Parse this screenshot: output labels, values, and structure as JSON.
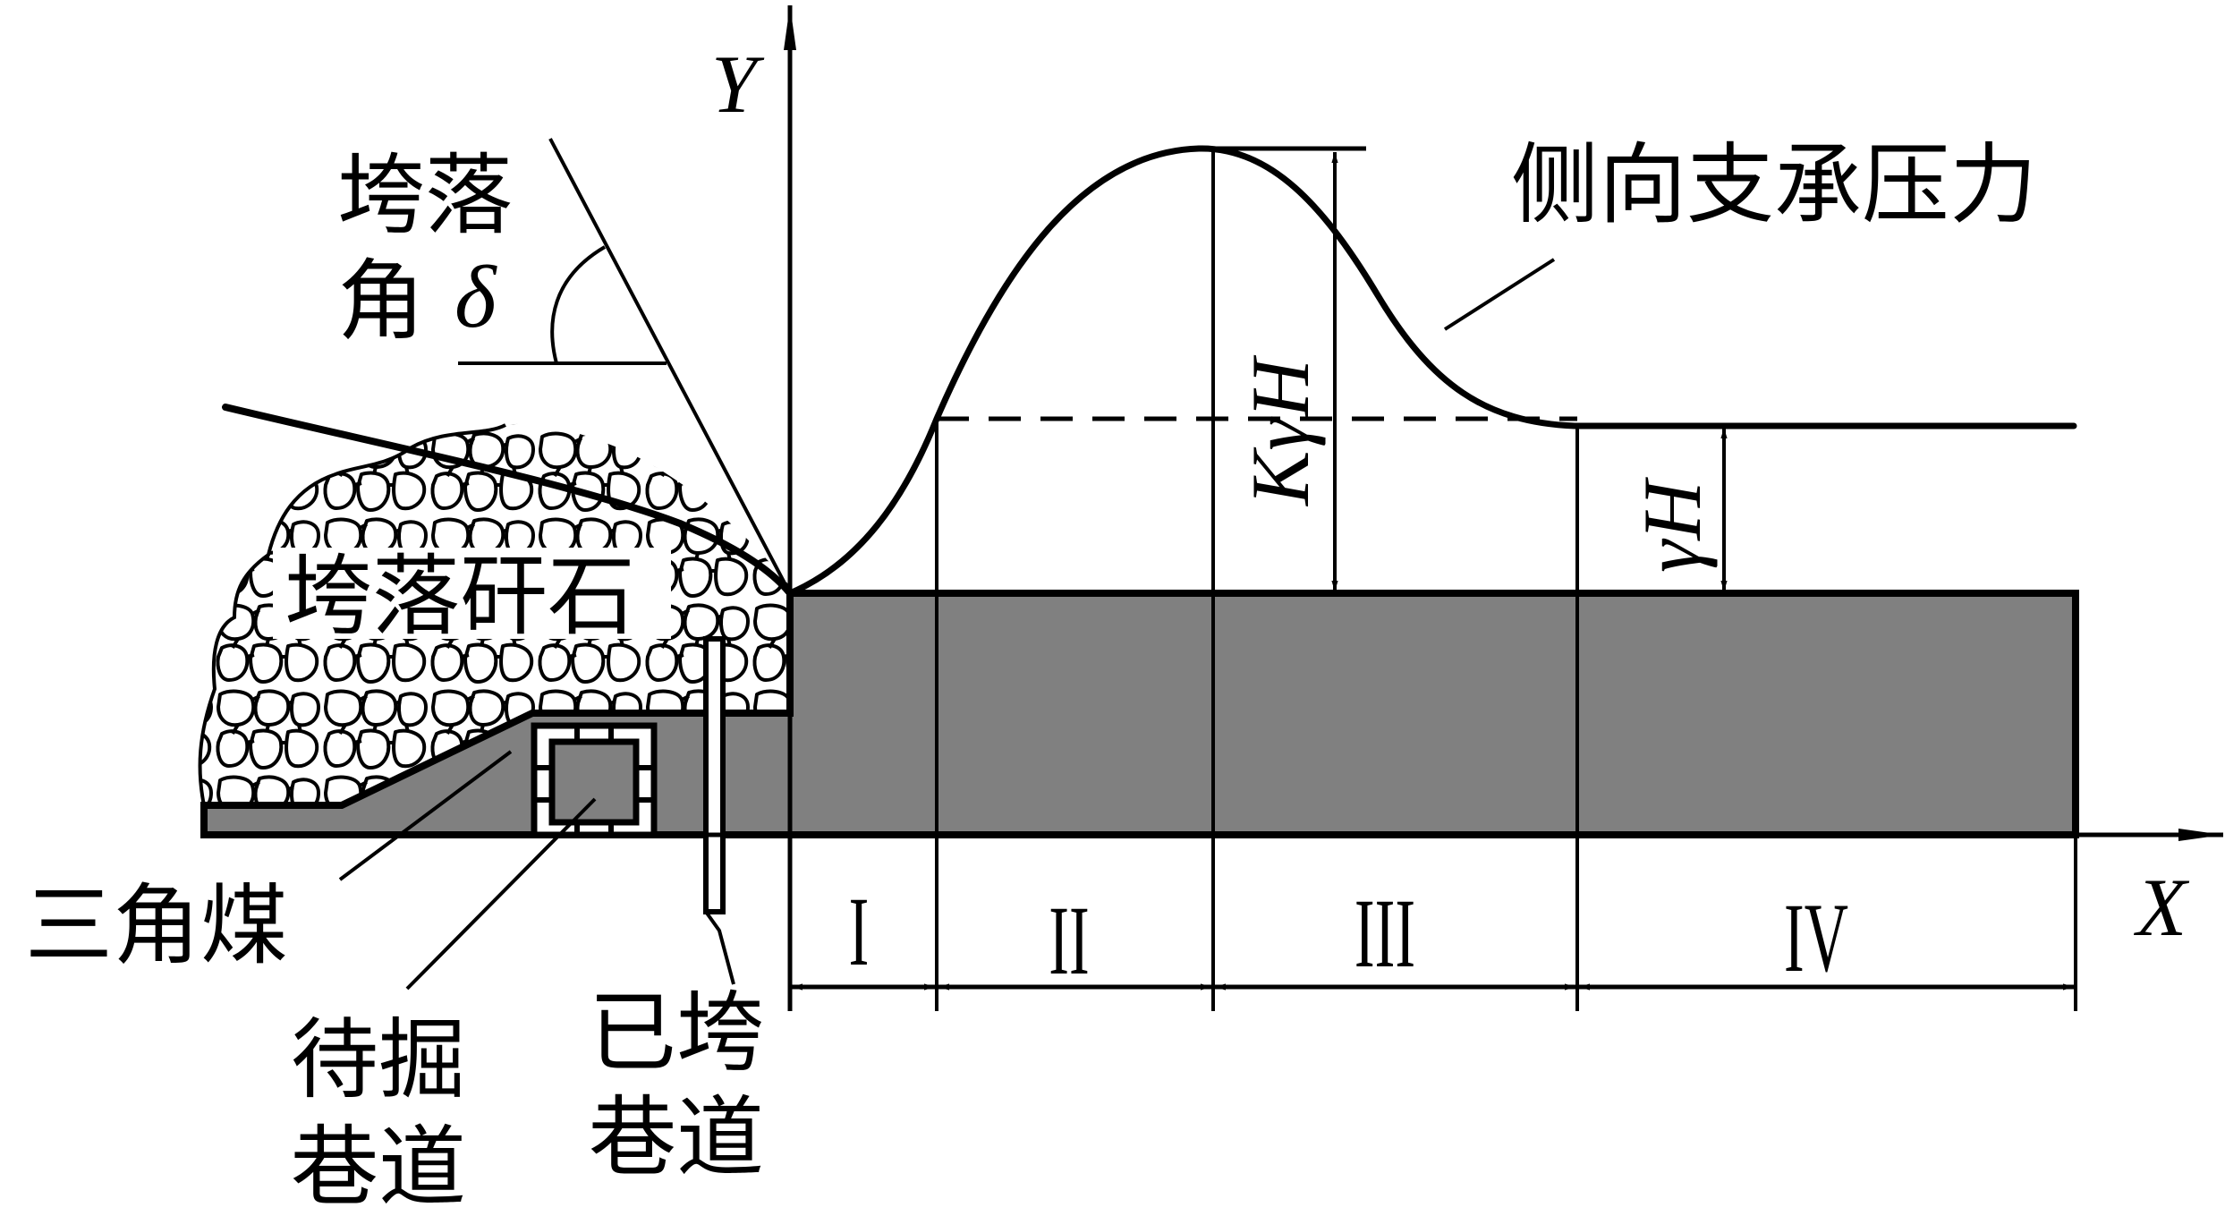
{
  "colors": {
    "coal_fill": "#808080",
    "stroke": "#000000",
    "background": "#ffffff"
  },
  "axes": {
    "x_label": "X",
    "y_label": "Y"
  },
  "labels": {
    "fall_angle_line1": "垮落",
    "fall_angle_line2_char": "角",
    "fall_angle_symbol": "δ",
    "caved_gangue": "垮落矸石",
    "lateral_abutment_pressure": "侧向支承压力",
    "triangle_coal": "三角煤",
    "roadway_to_excavate_line1": "待掘",
    "roadway_to_excavate_line2": "巷道",
    "collapsed_roadway_line1": "已垮",
    "collapsed_roadway_line2": "巷道",
    "peak_stress": "KγH",
    "original_stress": "γH"
  },
  "zones": [
    {
      "label": "I"
    },
    {
      "label": "II"
    },
    {
      "label": "III"
    },
    {
      "label": "IV"
    }
  ]
}
